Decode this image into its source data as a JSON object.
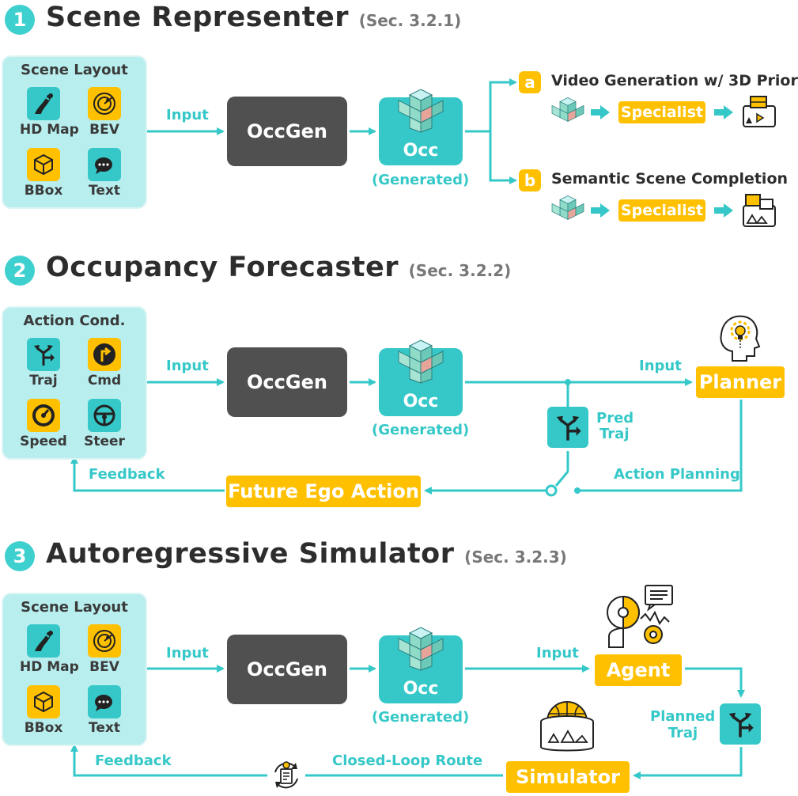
{
  "sections": [
    {
      "number": "1",
      "title": "Scene Representer",
      "ref": "(Sec. 3.2.1)"
    },
    {
      "number": "2",
      "title": "Occupancy Forecaster",
      "ref": "(Sec. 3.2.2)"
    },
    {
      "number": "3",
      "title": "Autoregressive Simulator",
      "ref": "(Sec. 3.2.3)"
    }
  ],
  "scene_layout": {
    "title": "Scene Layout",
    "items": [
      {
        "label": "HD Map",
        "icon": "road-icon"
      },
      {
        "label": "BEV",
        "icon": "radar-icon"
      },
      {
        "label": "BBox",
        "icon": "cube-icon"
      },
      {
        "label": "Text",
        "icon": "chat-icon"
      }
    ]
  },
  "action_cond": {
    "title": "Action Cond.",
    "items": [
      {
        "label": "Traj",
        "icon": "route-arrows-icon"
      },
      {
        "label": "Cmd",
        "icon": "turn-sign-icon"
      },
      {
        "label": "Speed",
        "icon": "speedometer-icon"
      },
      {
        "label": "Steer",
        "icon": "steering-wheel-icon"
      }
    ]
  },
  "common": {
    "input": "Input",
    "occgen": "OccGen",
    "occ": "Occ",
    "generated": "(Generated)",
    "specialist": "Specialist",
    "feedback": "Feedback"
  },
  "section1": {
    "branch_a_tag": "a",
    "branch_a": "Video Generation w/ 3D Prior",
    "branch_b_tag": "b",
    "branch_b": "Semantic Scene Completion"
  },
  "section2": {
    "planner": "Planner",
    "pred_traj": [
      "Pred",
      "Traj"
    ],
    "action_planning": "Action Planning",
    "future_ego_action": "Future Ego Action"
  },
  "section3": {
    "agent": "Agent",
    "planned_traj": [
      "Planned",
      "Traj"
    ],
    "simulator": "Simulator",
    "closed_loop_route": "Closed-Loop Route"
  },
  "colors": {
    "teal": "#36c8c8",
    "yellow": "#ffc000",
    "dark": "#505050",
    "panel": "#b8eeee"
  }
}
